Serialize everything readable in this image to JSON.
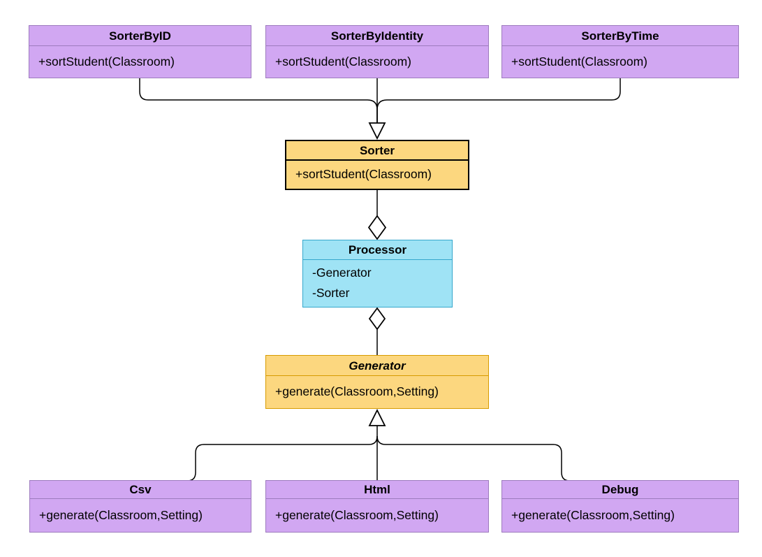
{
  "diagram": {
    "type": "uml-class-diagram",
    "background": "#FFFFFF",
    "colors": {
      "purple_fill": "#D1A7F2",
      "purple_stroke": "#9D7BBE",
      "orange_fill": "#FCD77F",
      "orange_stroke": "#D79B00",
      "black_stroke": "#000000",
      "blue_fill": "#9FE3F5",
      "blue_stroke": "#35A7CC",
      "line_color": "#000000"
    },
    "classes": [
      {
        "name": "SorterByID",
        "members": [
          "+sortStudent(Classroom)"
        ]
      },
      {
        "name": "SorterByIdentity",
        "members": [
          "+sortStudent(Classroom)"
        ]
      },
      {
        "name": "SorterByTime",
        "members": [
          "+sortStudent(Classroom)"
        ]
      },
      {
        "name": "Sorter",
        "members": [
          "+sortStudent(Classroom)"
        ]
      },
      {
        "name": "Processor",
        "members": [
          "-Generator",
          "-Sorter"
        ]
      },
      {
        "name": "Generator",
        "abstract": true,
        "members": [
          "+generate(Classroom,Setting)"
        ]
      },
      {
        "name": "Csv",
        "members": [
          "+generate(Classroom,Setting)"
        ]
      },
      {
        "name": "Html",
        "members": [
          "+generate(Classroom,Setting)"
        ]
      },
      {
        "name": "Debug",
        "members": [
          "+generate(Classroom,Setting)"
        ]
      }
    ],
    "relationships": [
      {
        "from": "SorterByID",
        "to": "Sorter",
        "type": "generalization"
      },
      {
        "from": "SorterByIdentity",
        "to": "Sorter",
        "type": "generalization"
      },
      {
        "from": "SorterByTime",
        "to": "Sorter",
        "type": "generalization"
      },
      {
        "from": "Processor",
        "to": "Sorter",
        "type": "aggregation"
      },
      {
        "from": "Processor",
        "to": "Generator",
        "type": "aggregation"
      },
      {
        "from": "Csv",
        "to": "Generator",
        "type": "generalization"
      },
      {
        "from": "Html",
        "to": "Generator",
        "type": "generalization"
      },
      {
        "from": "Debug",
        "to": "Generator",
        "type": "generalization"
      }
    ]
  }
}
